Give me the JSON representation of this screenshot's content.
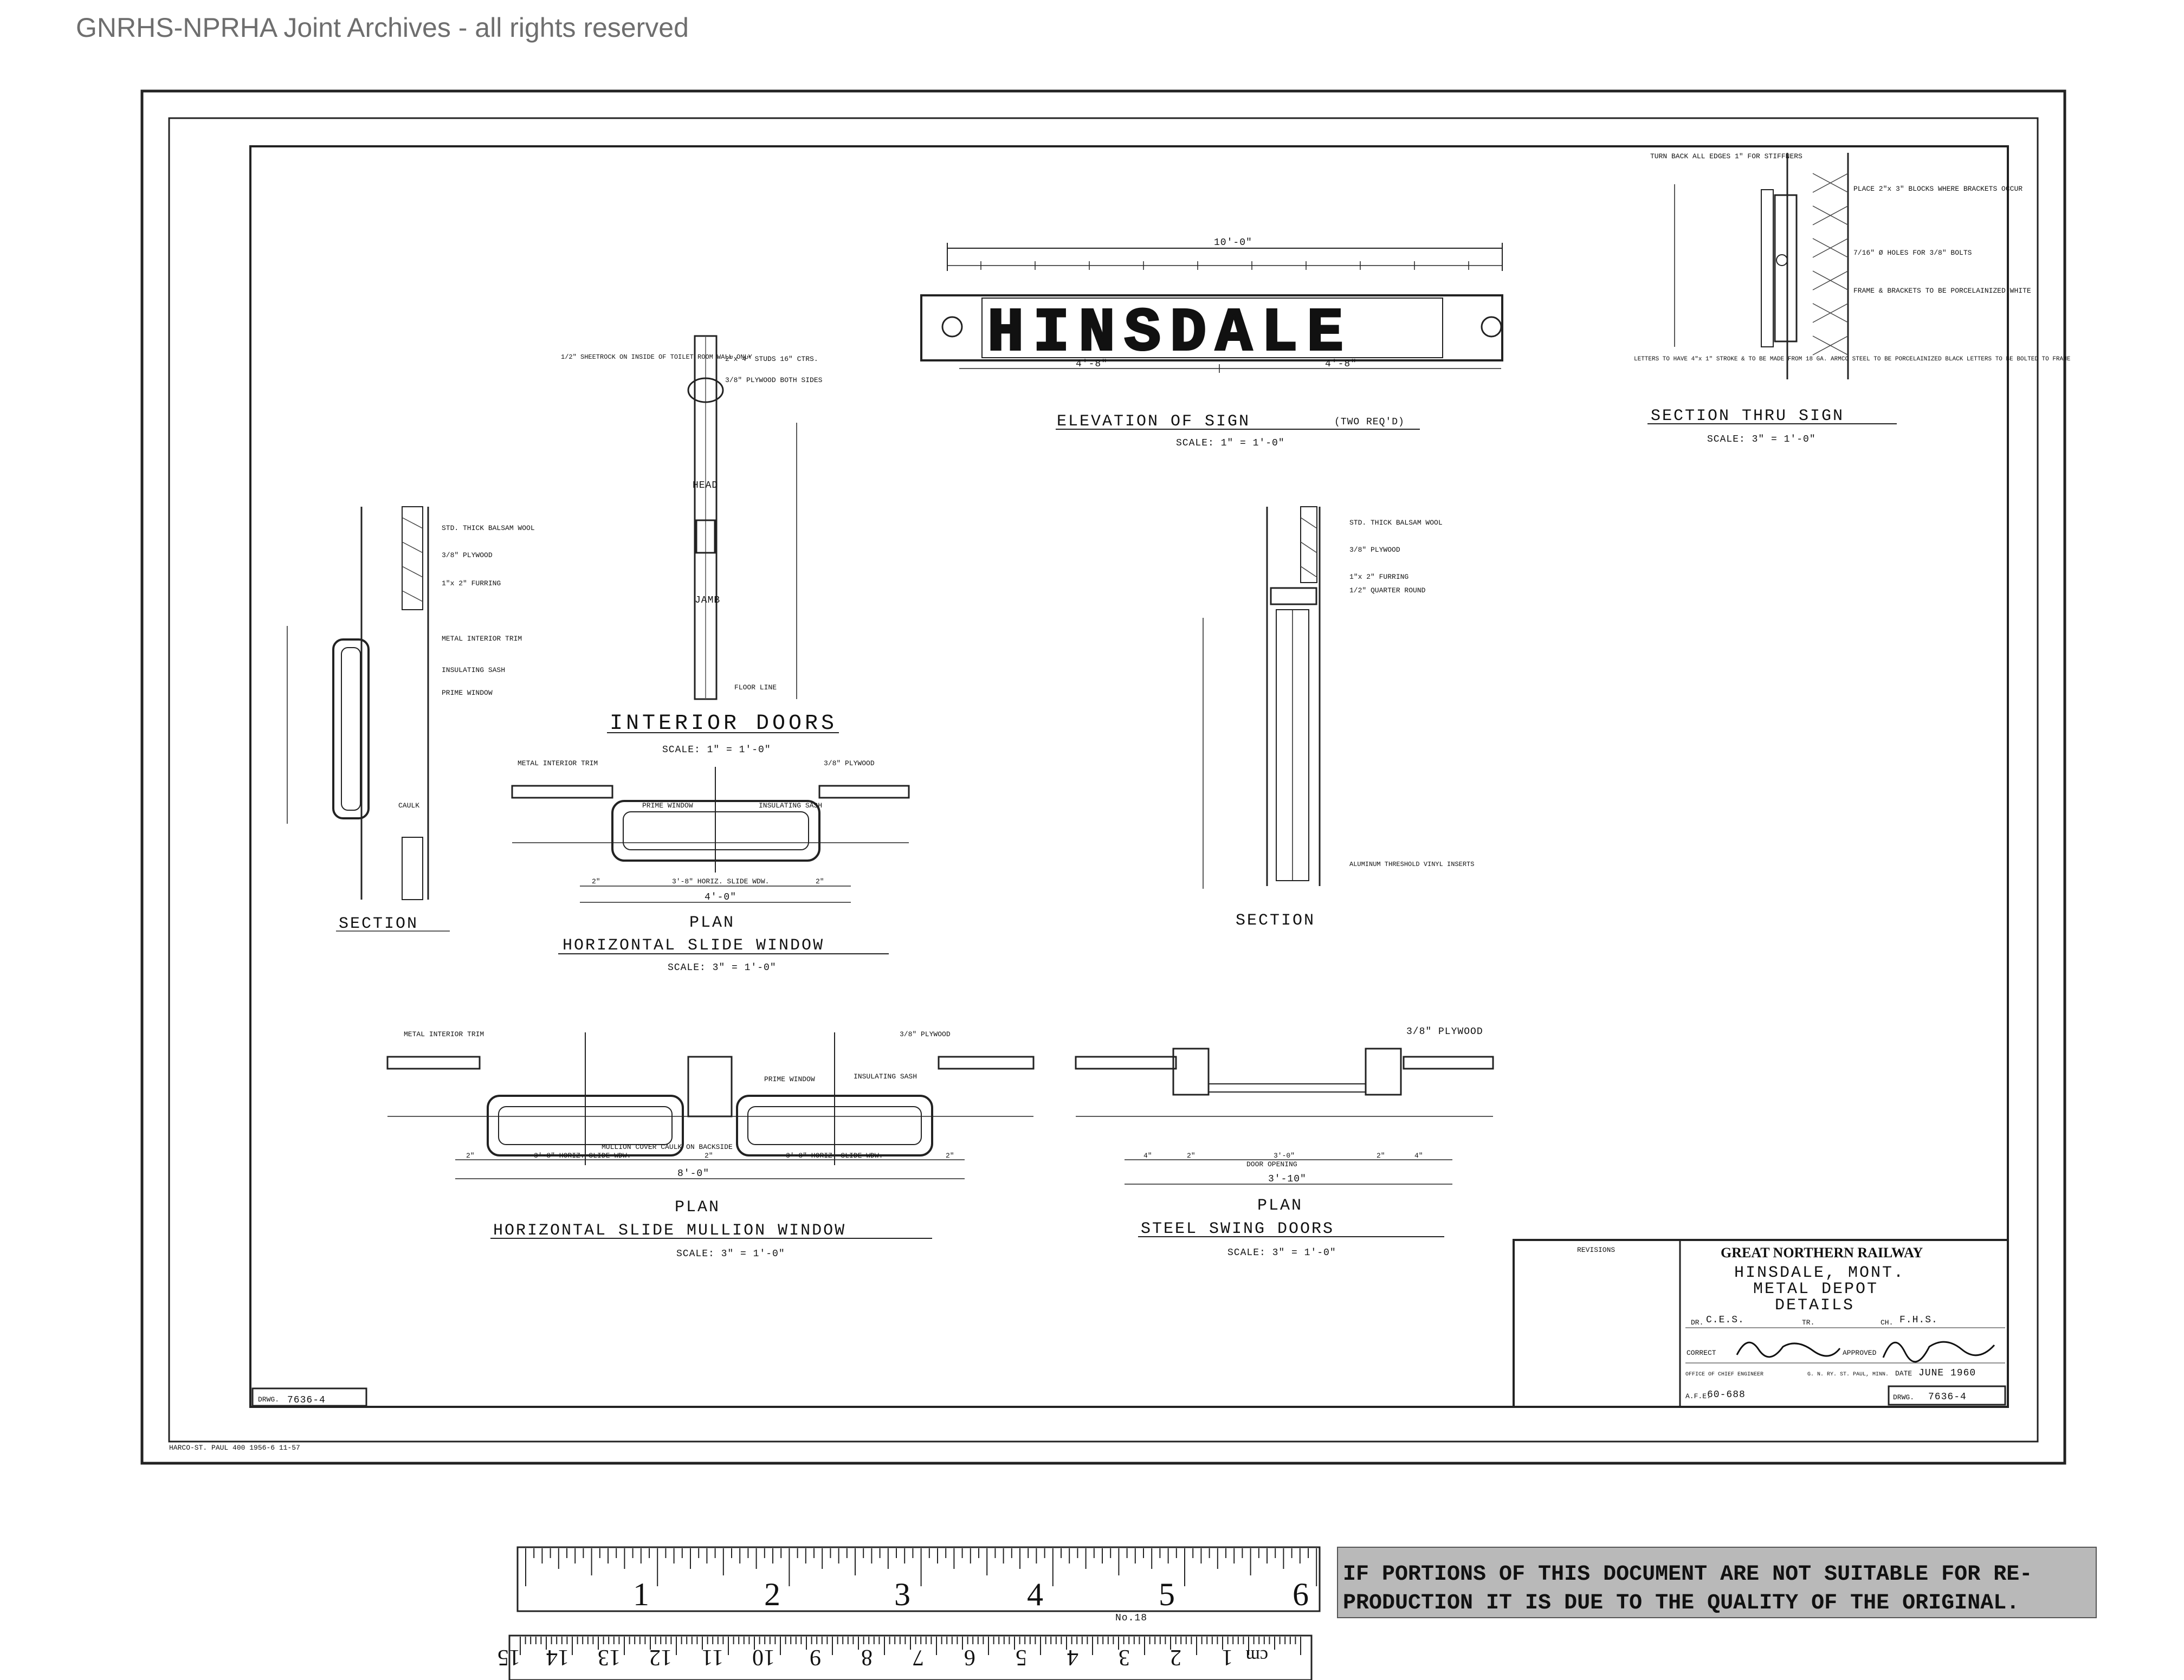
{
  "header": {
    "archive_notice": "GNRHS-NPRHA Joint Archives - all rights reserved"
  },
  "sign_elevation": {
    "letters": "HINSDALE",
    "title": "ELEVATION OF SIGN",
    "qualifier": "(TWO REQ'D)",
    "scale": "SCALE: 1\" = 1'-0\"",
    "overall_dim": "10'-0\"",
    "sub_dim_left": "4'-8\"",
    "sub_dim_right": "4'-8\""
  },
  "section_thru_sign": {
    "title": "SECTION THRU SIGN",
    "scale": "SCALE: 3\" = 1'-0\"",
    "note_top": "TURN BACK ALL EDGES 1\" FOR STIFFNERS",
    "note_blocks": "PLACE 2\"x 3\" BLOCKS WHERE BRACKETS OCCUR",
    "note_holes": "7/16\" Ø HOLES FOR 3/8\" BOLTS",
    "note_frame": "FRAME & BRACKETS TO BE PORCELAINIZED WHITE",
    "note_letters": "LETTERS TO HAVE 4\"x 1\" STROKE & TO BE MADE FROM 18 GA. ARMCO STEEL TO BE PORCELAINIZED BLACK LETTERS TO BE BOLTED TO FRAME"
  },
  "interior_doors": {
    "title": "INTERIOR DOORS",
    "scale": "SCALE: 1\" = 1'-0\"",
    "notes": [
      "1/2\" SHEETROCK ON INSIDE OF TOILET ROOM WALL ONLY",
      "2\"x 4\" STUDS 16\" CTRS.",
      "3/8\" PLYWOOD BOTH SIDES",
      "HEAD",
      "JAMB",
      "FLOOR LINE"
    ]
  },
  "window_section": {
    "title": "SECTION",
    "notes": [
      "STD. THICK BALSAM WOOL",
      "3/8\" PLYWOOD",
      "1\"x 2\" FURRING",
      "METAL INTERIOR TRIM",
      "INSULATING SASH",
      "PRIME WINDOW",
      "CAULK"
    ]
  },
  "door_section": {
    "title": "SECTION",
    "notes": [
      "STD. THICK BALSAM WOOL",
      "3/8\" PLYWOOD",
      "1\"x 2\" FURRING",
      "1/2\" QUARTER ROUND",
      "ALUMINUM THRESHOLD VINYL INSERTS"
    ]
  },
  "horizontal_slide_window": {
    "plan_label": "PLAN",
    "title": "HORIZONTAL SLIDE WINDOW",
    "scale": "SCALE: 3\" = 1'-0\"",
    "notes": [
      "METAL INTERIOR TRIM",
      "3/8\" PLYWOOD",
      "PRIME WINDOW",
      "INSULATING SASH"
    ],
    "dims": [
      "2\"",
      "3'-8\" HORIZ. SLIDE WDW.",
      "2\"",
      "4'-0\""
    ]
  },
  "horizontal_slide_mullion_window": {
    "plan_label": "PLAN",
    "title": "HORIZONTAL SLIDE MULLION WINDOW",
    "scale": "SCALE: 3\" = 1'-0\"",
    "notes": [
      "METAL INTERIOR TRIM",
      "3/8\" PLYWOOD",
      "PRIME WINDOW",
      "INSULATING SASH",
      "MULLION COVER CAULK ON BACKSIDE"
    ],
    "dims": [
      "2\"",
      "3'-8\" HORIZ. SLIDE WDW.",
      "2\"",
      "3'-8\" HORIZ. SLIDE WDW.",
      "2\"",
      "8'-0\""
    ]
  },
  "steel_swing_doors": {
    "plan_label": "PLAN",
    "title": "STEEL SWING DOORS",
    "scale": "SCALE: 3\" = 1'-0\"",
    "notes": [
      "3/8\" PLYWOOD"
    ],
    "dims": [
      "4\"",
      "2\"",
      "3'-0\"",
      "DOOR OPENING",
      "2\"",
      "4\"",
      "3'-10\""
    ]
  },
  "title_block": {
    "revisions_label": "REVISIONS",
    "railway": "GREAT NORTHERN RAILWAY",
    "location": "HINSDALE, MONT.",
    "building": "METAL DEPOT",
    "subject": "DETAILS",
    "drawn_by_label": "DR.",
    "drawn_by": "C.E.S.",
    "traced_label": "TR.",
    "checked_label": "CH.",
    "checked_by": "F.H.S.",
    "correct_label": "CORRECT",
    "approved_label": "APPROVED",
    "office": "OFFICE OF CHIEF ENGINEER",
    "address": "G. N. RY. ST. PAUL, MINN.",
    "date_label": "DATE",
    "date": "JUNE 1960",
    "afe_label": "A.F.E.",
    "afe": "60-688",
    "drwg_label": "DRWG.",
    "drawing_no": "7636-4"
  },
  "border": {
    "drwg_label": "DRWG.",
    "drawing_no": "7636-4",
    "printer_note": "HARCO-ST. PAUL 400 1956-6 11-57"
  },
  "ruler": {
    "top_numbers": [
      "1",
      "2",
      "3",
      "4",
      "5",
      "6"
    ],
    "bottom_numbers": [
      "1",
      "2",
      "3",
      "4",
      "5",
      "6",
      "7",
      "8",
      "9",
      "10",
      "11",
      "12",
      "13",
      "14",
      "15"
    ],
    "bottom_unit": "cm",
    "model": "No.18"
  },
  "quality_stamp": {
    "line1": "IF PORTIONS OF THIS DOCUMENT ARE NOT SUITABLE FOR RE-",
    "line2": "PRODUCTION IT IS DUE TO THE QUALITY OF THE ORIGINAL."
  }
}
